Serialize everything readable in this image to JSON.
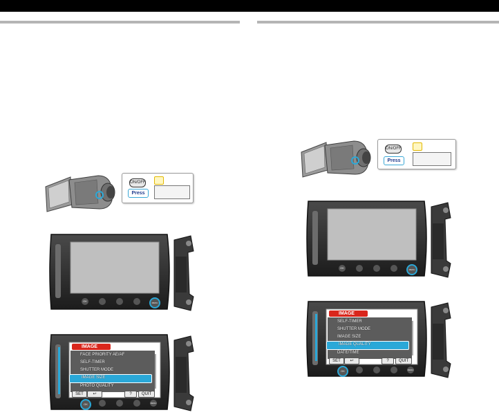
{
  "left": {
    "callout": {
      "button_label": "ON/OFF",
      "press_label": "Press"
    },
    "menu": {
      "header": "IMAGE",
      "items": [
        "FACE PRIORITY AE/AF",
        "SELF-TIMER",
        "SHUTTER MODE",
        "IMAGE SIZE",
        "PHOTO QUALITY"
      ],
      "selected_index": 3,
      "bottom_buttons": [
        "SET",
        "↩",
        "?",
        "QUIT"
      ]
    },
    "lcd_button_label": "OK",
    "menu_button_label": "MENU"
  },
  "right": {
    "callout": {
      "button_label": "ON/OFF",
      "press_label": "Press"
    },
    "menu": {
      "header": "IMAGE",
      "items": [
        "SELF-TIMER",
        "SHUTTER MODE",
        "IMAGE SIZE",
        "IMAGE QUALITY",
        "DATE/TIME"
      ],
      "selected_index": 3,
      "bottom_buttons": [
        "SET",
        "↩",
        "?",
        "QUIT"
      ]
    },
    "lcd_button_label": "OK",
    "menu_button_label": "MENU"
  },
  "colors": {
    "highlight": "#2aa8d8",
    "menu_red": "#d9261c",
    "lcd_frame": "#2c2c2c"
  }
}
